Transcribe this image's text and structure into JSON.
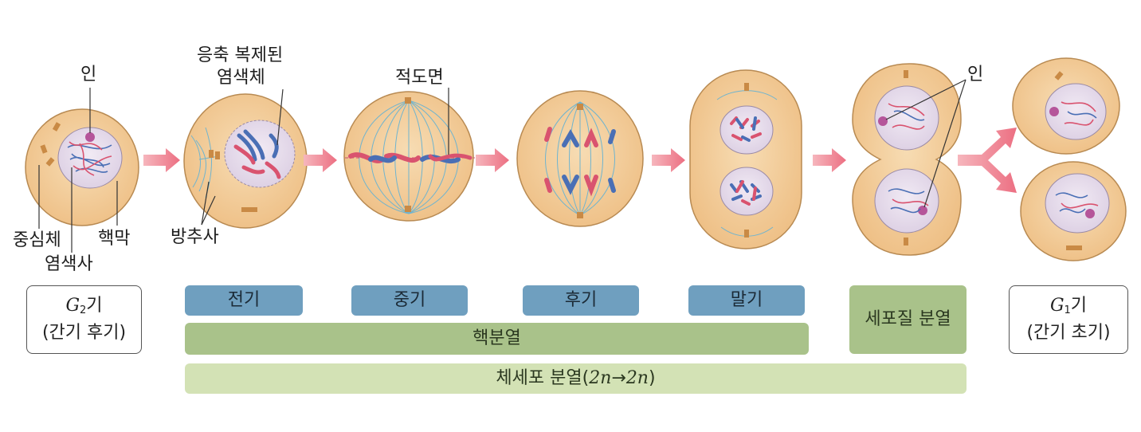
{
  "labels": {
    "nucleolus_left": "인",
    "centrosome": "중심체",
    "chromatin": "염색사",
    "nuclear_membrane": "핵막",
    "condensed_chromosome_line1": "응축 복제된",
    "condensed_chromosome_line2": "염색체",
    "spindle": "방추사",
    "metaphase_plate": "적도면",
    "nucleolus_right": "인"
  },
  "stages": {
    "g2": {
      "letter": "G",
      "sub": "2",
      "suffix": "기",
      "line2": "(간기 후기)"
    },
    "g1": {
      "letter": "G",
      "sub": "1",
      "suffix": "기",
      "line2": "(간기 초기)"
    }
  },
  "phases": [
    "전기",
    "중기",
    "후기",
    "말기"
  ],
  "cytokinesis": "세포질 분열",
  "nuclear_division": "핵분열",
  "somatic_division": {
    "prefix": "체세포 분열(",
    "n1": "2n",
    "arrow": " → ",
    "n2": "2n",
    "suffix": ")"
  },
  "colors": {
    "cell_fill": "#f0cb97",
    "cell_edge": "#b88a52",
    "nucleus_fill": "#e6dcec",
    "chrom_blue": "#4a6fb5",
    "chrom_red": "#d9536f",
    "spindle": "#6fb4cf",
    "arrow": "#ee7d8d",
    "phase_box": "#6f9fbf",
    "nuclear_division_bar": "#a9c28a",
    "somatic_bar": "#d3e2b5"
  }
}
